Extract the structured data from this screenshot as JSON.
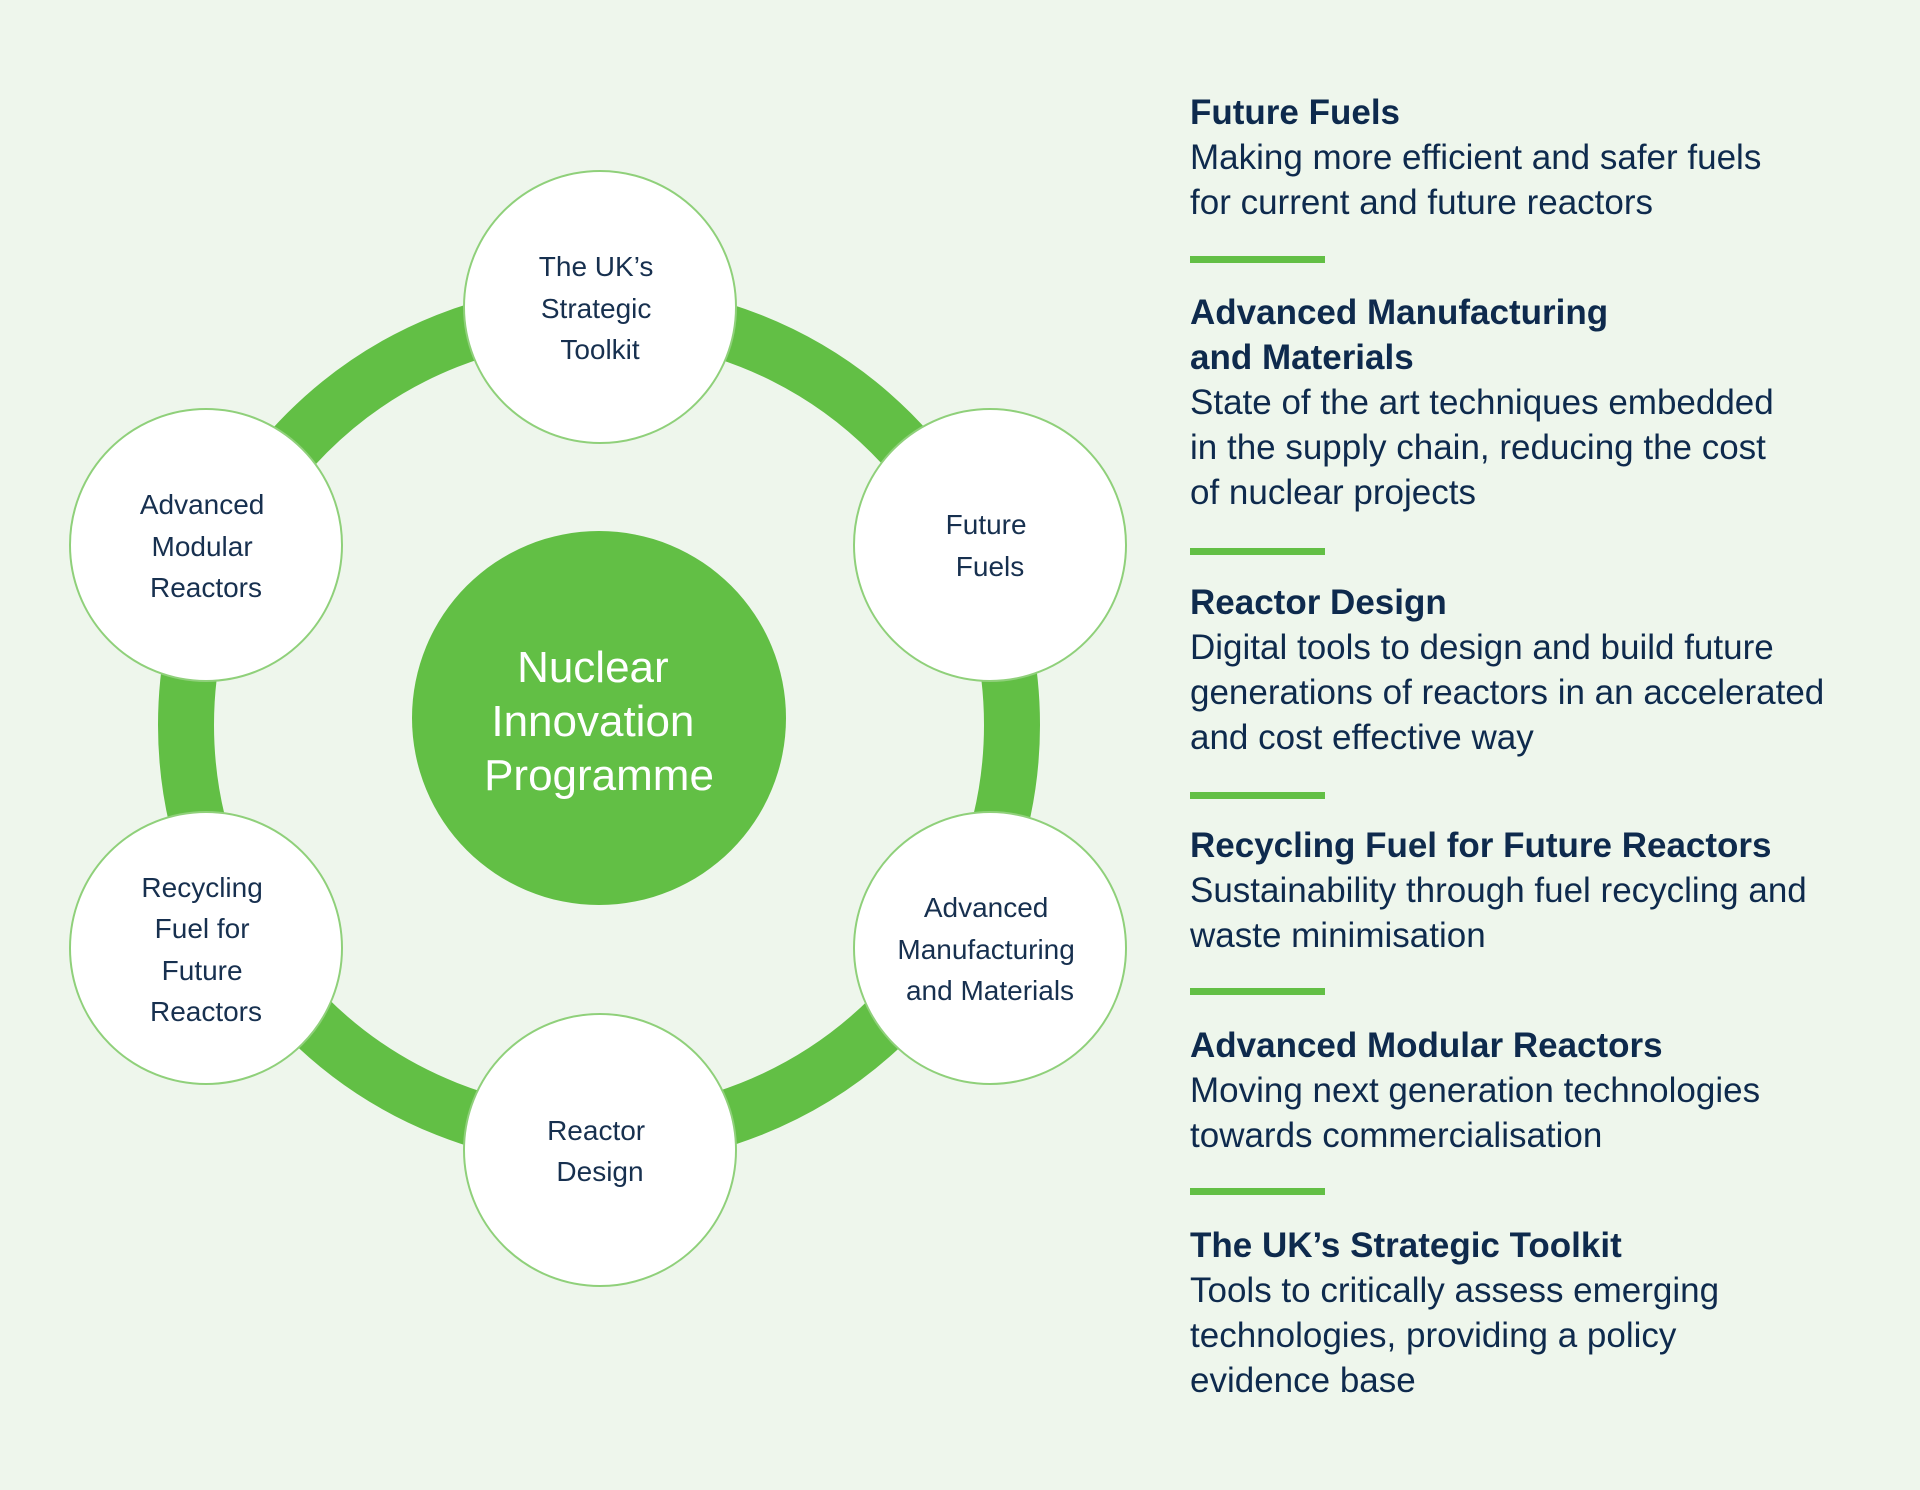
{
  "colors": {
    "background": "#eef6ec",
    "accent": "#62bf45",
    "node_fill": "#ffffff",
    "node_border": "#8fd07a",
    "text": "#0e2a4d"
  },
  "diagram": {
    "center": {
      "lines": [
        "Nuclear",
        "Innovation",
        "Programme"
      ]
    },
    "nodes": [
      {
        "id": "strategic-toolkit",
        "lines": [
          "The UK’s",
          "Strategic",
          "Toolkit"
        ]
      },
      {
        "id": "future-fuels",
        "lines": [
          "Future",
          "Fuels"
        ]
      },
      {
        "id": "advanced-manufacturing",
        "lines": [
          "Advanced",
          "Manufacturing",
          "and Materials"
        ]
      },
      {
        "id": "reactor-design",
        "lines": [
          "Reactor",
          "Design"
        ]
      },
      {
        "id": "recycling-fuel",
        "lines": [
          "Recycling",
          "Fuel for",
          "Future",
          "Reactors"
        ]
      },
      {
        "id": "advanced-modular",
        "lines": [
          "Advanced",
          "Modular",
          "Reactors"
        ]
      }
    ]
  },
  "panel": {
    "items": [
      {
        "id": "future-fuels",
        "title": "Future Fuels",
        "description": "Making more efficient and safer fuels\nfor current and future reactors"
      },
      {
        "id": "advanced-manufacturing",
        "title": "Advanced Manufacturing\nand Materials",
        "description": "State of the art techniques embedded\nin the supply chain, reducing the cost\nof nuclear projects"
      },
      {
        "id": "reactor-design",
        "title": "Reactor Design",
        "description": "Digital tools to design and build future\ngenerations of reactors in an accelerated\nand cost effective way"
      },
      {
        "id": "recycling-fuel",
        "title": "Recycling Fuel for Future Reactors",
        "description": "Sustainability through fuel recycling and\nwaste minimisation"
      },
      {
        "id": "advanced-modular",
        "title": "Advanced Modular Reactors",
        "description": "Moving next generation technologies\ntowards commercialisation"
      },
      {
        "id": "strategic-toolkit",
        "title": "The UK’s Strategic Toolkit",
        "description": "Tools to critically assess emerging\ntechnologies, providing a policy\nevidence base"
      }
    ]
  }
}
